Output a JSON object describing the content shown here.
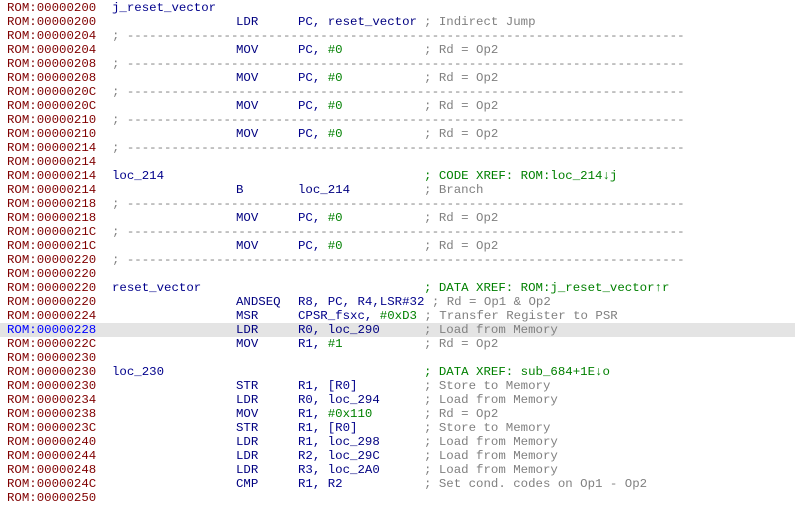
{
  "listing": {
    "lines": [
      {
        "addr": "ROM:00000200",
        "label": "j_reset_vector"
      },
      {
        "addr": "ROM:00000200",
        "mnemonic": "LDR",
        "operands": [
          {
            "text": "PC, ",
            "kind": "reg"
          },
          {
            "text": "reset_vector",
            "kind": "sym"
          }
        ],
        "comment": "; Indirect Jump"
      },
      {
        "addr": "ROM:00000204",
        "separator": "; ---------------------------------------------------------------------------"
      },
      {
        "addr": "ROM:00000204",
        "mnemonic": "MOV",
        "operands": [
          {
            "text": "PC, ",
            "kind": "reg"
          },
          {
            "text": "#0",
            "kind": "num"
          }
        ],
        "comment": "; Rd = Op2"
      },
      {
        "addr": "ROM:00000208",
        "separator": "; ---------------------------------------------------------------------------"
      },
      {
        "addr": "ROM:00000208",
        "mnemonic": "MOV",
        "operands": [
          {
            "text": "PC, ",
            "kind": "reg"
          },
          {
            "text": "#0",
            "kind": "num"
          }
        ],
        "comment": "; Rd = Op2"
      },
      {
        "addr": "ROM:0000020C",
        "separator": "; ---------------------------------------------------------------------------"
      },
      {
        "addr": "ROM:0000020C",
        "mnemonic": "MOV",
        "operands": [
          {
            "text": "PC, ",
            "kind": "reg"
          },
          {
            "text": "#0",
            "kind": "num"
          }
        ],
        "comment": "; Rd = Op2"
      },
      {
        "addr": "ROM:00000210",
        "separator": "; ---------------------------------------------------------------------------"
      },
      {
        "addr": "ROM:00000210",
        "mnemonic": "MOV",
        "operands": [
          {
            "text": "PC, ",
            "kind": "reg"
          },
          {
            "text": "#0",
            "kind": "num"
          }
        ],
        "comment": "; Rd = Op2"
      },
      {
        "addr": "ROM:00000214",
        "separator": "; ---------------------------------------------------------------------------"
      },
      {
        "addr": "ROM:00000214"
      },
      {
        "addr": "ROM:00000214",
        "label": "loc_214",
        "comment": "; CODE XREF: ROM:loc_214↓j",
        "xref": true
      },
      {
        "addr": "ROM:00000214",
        "mnemonic": "B",
        "operands": [
          {
            "text": "loc_214",
            "kind": "sym"
          }
        ],
        "comment": "; Branch"
      },
      {
        "addr": "ROM:00000218",
        "separator": "; ---------------------------------------------------------------------------"
      },
      {
        "addr": "ROM:00000218",
        "mnemonic": "MOV",
        "operands": [
          {
            "text": "PC, ",
            "kind": "reg"
          },
          {
            "text": "#0",
            "kind": "num"
          }
        ],
        "comment": "; Rd = Op2"
      },
      {
        "addr": "ROM:0000021C",
        "separator": "; ---------------------------------------------------------------------------"
      },
      {
        "addr": "ROM:0000021C",
        "mnemonic": "MOV",
        "operands": [
          {
            "text": "PC, ",
            "kind": "reg"
          },
          {
            "text": "#0",
            "kind": "num"
          }
        ],
        "comment": "; Rd = Op2"
      },
      {
        "addr": "ROM:00000220",
        "separator": "; ---------------------------------------------------------------------------"
      },
      {
        "addr": "ROM:00000220"
      },
      {
        "addr": "ROM:00000220",
        "label": "reset_vector",
        "comment": "; DATA XREF: ROM:j_reset_vector↑r",
        "xref": true
      },
      {
        "addr": "ROM:00000220",
        "mnemonic": "ANDSEQ",
        "operands": [
          {
            "text": "R8, PC, R4,LSR#32",
            "kind": "reg"
          }
        ],
        "comment": "; Rd = Op1 & Op2",
        "comment_inline": true
      },
      {
        "addr": "ROM:00000224",
        "mnemonic": "MSR",
        "operands": [
          {
            "text": "CPSR_fsxc, ",
            "kind": "reg"
          },
          {
            "text": "#0xD3",
            "kind": "num"
          }
        ],
        "comment": "; Transfer Register to PSR",
        "comment_inline": true
      },
      {
        "addr": "ROM:00000228",
        "mnemonic": "LDR",
        "operands": [
          {
            "text": "R0, ",
            "kind": "reg"
          },
          {
            "text": "loc_290",
            "kind": "sym"
          }
        ],
        "comment": "; Load from Memory",
        "highlighted": true
      },
      {
        "addr": "ROM:0000022C",
        "mnemonic": "MOV",
        "operands": [
          {
            "text": "R1, ",
            "kind": "reg"
          },
          {
            "text": "#1",
            "kind": "num"
          }
        ],
        "comment": "; Rd = Op2"
      },
      {
        "addr": "ROM:00000230"
      },
      {
        "addr": "ROM:00000230",
        "label": "loc_230",
        "comment": "; DATA XREF: sub_684+1E↓o",
        "xref": true
      },
      {
        "addr": "ROM:00000230",
        "mnemonic": "STR",
        "operands": [
          {
            "text": "R1, [R0]",
            "kind": "reg"
          }
        ],
        "comment": "; Store to Memory"
      },
      {
        "addr": "ROM:00000234",
        "mnemonic": "LDR",
        "operands": [
          {
            "text": "R0, ",
            "kind": "reg"
          },
          {
            "text": "loc_294",
            "kind": "sym"
          }
        ],
        "comment": "; Load from Memory"
      },
      {
        "addr": "ROM:00000238",
        "mnemonic": "MOV",
        "operands": [
          {
            "text": "R1, ",
            "kind": "reg"
          },
          {
            "text": "#0x110",
            "kind": "num"
          }
        ],
        "comment": "; Rd = Op2"
      },
      {
        "addr": "ROM:0000023C",
        "mnemonic": "STR",
        "operands": [
          {
            "text": "R1, [R0]",
            "kind": "reg"
          }
        ],
        "comment": "; Store to Memory"
      },
      {
        "addr": "ROM:00000240",
        "mnemonic": "LDR",
        "operands": [
          {
            "text": "R1, ",
            "kind": "reg"
          },
          {
            "text": "loc_298",
            "kind": "sym"
          }
        ],
        "comment": "; Load from Memory"
      },
      {
        "addr": "ROM:00000244",
        "mnemonic": "LDR",
        "operands": [
          {
            "text": "R2, ",
            "kind": "reg"
          },
          {
            "text": "loc_29C",
            "kind": "sym"
          }
        ],
        "comment": "; Load from Memory"
      },
      {
        "addr": "ROM:00000248",
        "mnemonic": "LDR",
        "operands": [
          {
            "text": "R3, ",
            "kind": "reg"
          },
          {
            "text": "loc_2A0",
            "kind": "sym"
          }
        ],
        "comment": "; Load from Memory"
      },
      {
        "addr": "ROM:0000024C",
        "mnemonic": "CMP",
        "operands": [
          {
            "text": "R1, R2",
            "kind": "reg"
          }
        ],
        "comment": "; Set cond. codes on Op1 - Op2"
      },
      {
        "addr": "ROM:00000250"
      }
    ]
  }
}
